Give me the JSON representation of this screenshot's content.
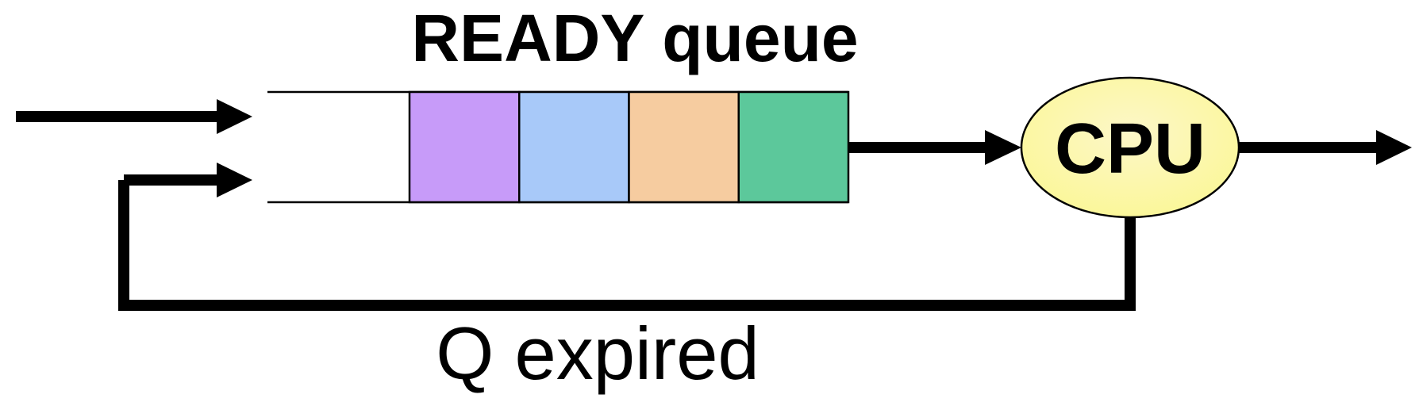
{
  "diagram": {
    "title": "READY queue",
    "processor_label": "CPU",
    "feedback_label": "Q expired",
    "queue_slots": [
      {
        "color": "#c79bf9"
      },
      {
        "color": "#a8c9f9"
      },
      {
        "color": "#f6cca0"
      },
      {
        "color": "#5cc89b"
      }
    ],
    "processor_fill_top": "#fdf7c8",
    "processor_fill_bottom": "#fbf79a",
    "line_color": "#000000"
  }
}
